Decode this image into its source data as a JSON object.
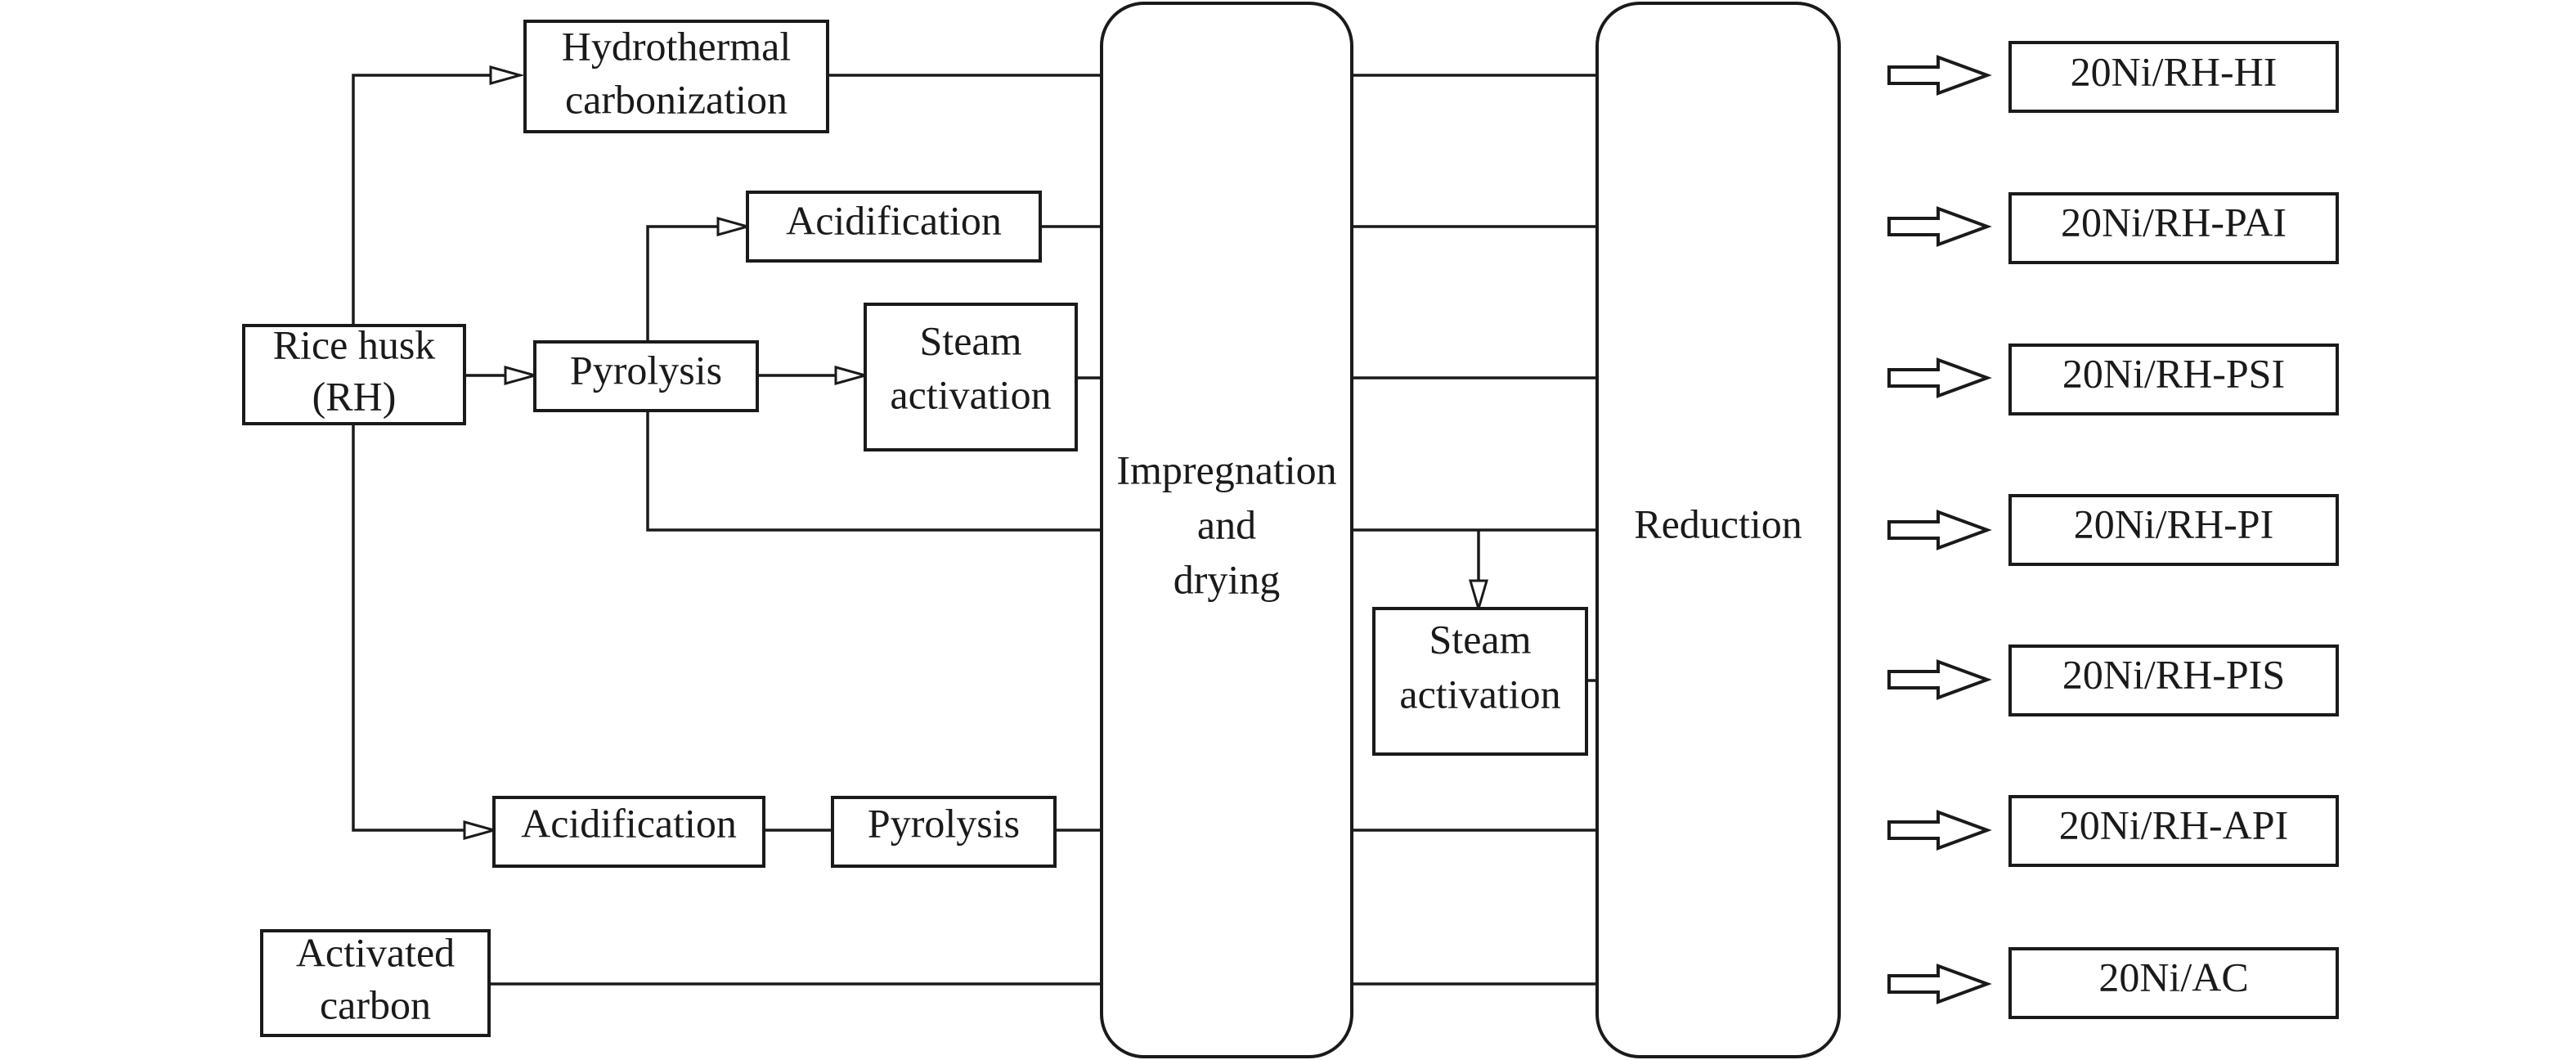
{
  "nodes": {
    "rice_husk": [
      "Rice husk",
      "(RH)"
    ],
    "hydrothermal": [
      "Hydrothermal",
      "carbonization"
    ],
    "pyrolysis_1": [
      "Pyrolysis"
    ],
    "acidification_1": [
      "Acidification"
    ],
    "steam_activation_1": [
      "Steam",
      "activation"
    ],
    "acidification_2": [
      "Acidification"
    ],
    "pyrolysis_2": [
      "Pyrolysis"
    ],
    "activated_carbon": [
      "Activated",
      "carbon"
    ],
    "impregnation": [
      "Impregnation",
      "and",
      "drying"
    ],
    "steam_activation_2": [
      "Steam",
      "activation"
    ],
    "reduction": [
      "Reduction"
    ]
  },
  "products": [
    "20Ni/RH-HI",
    "20Ni/RH-PAI",
    "20Ni/RH-PSI",
    "20Ni/RH-PI",
    "20Ni/RH-PIS",
    "20Ni/RH-API",
    "20Ni/AC"
  ]
}
